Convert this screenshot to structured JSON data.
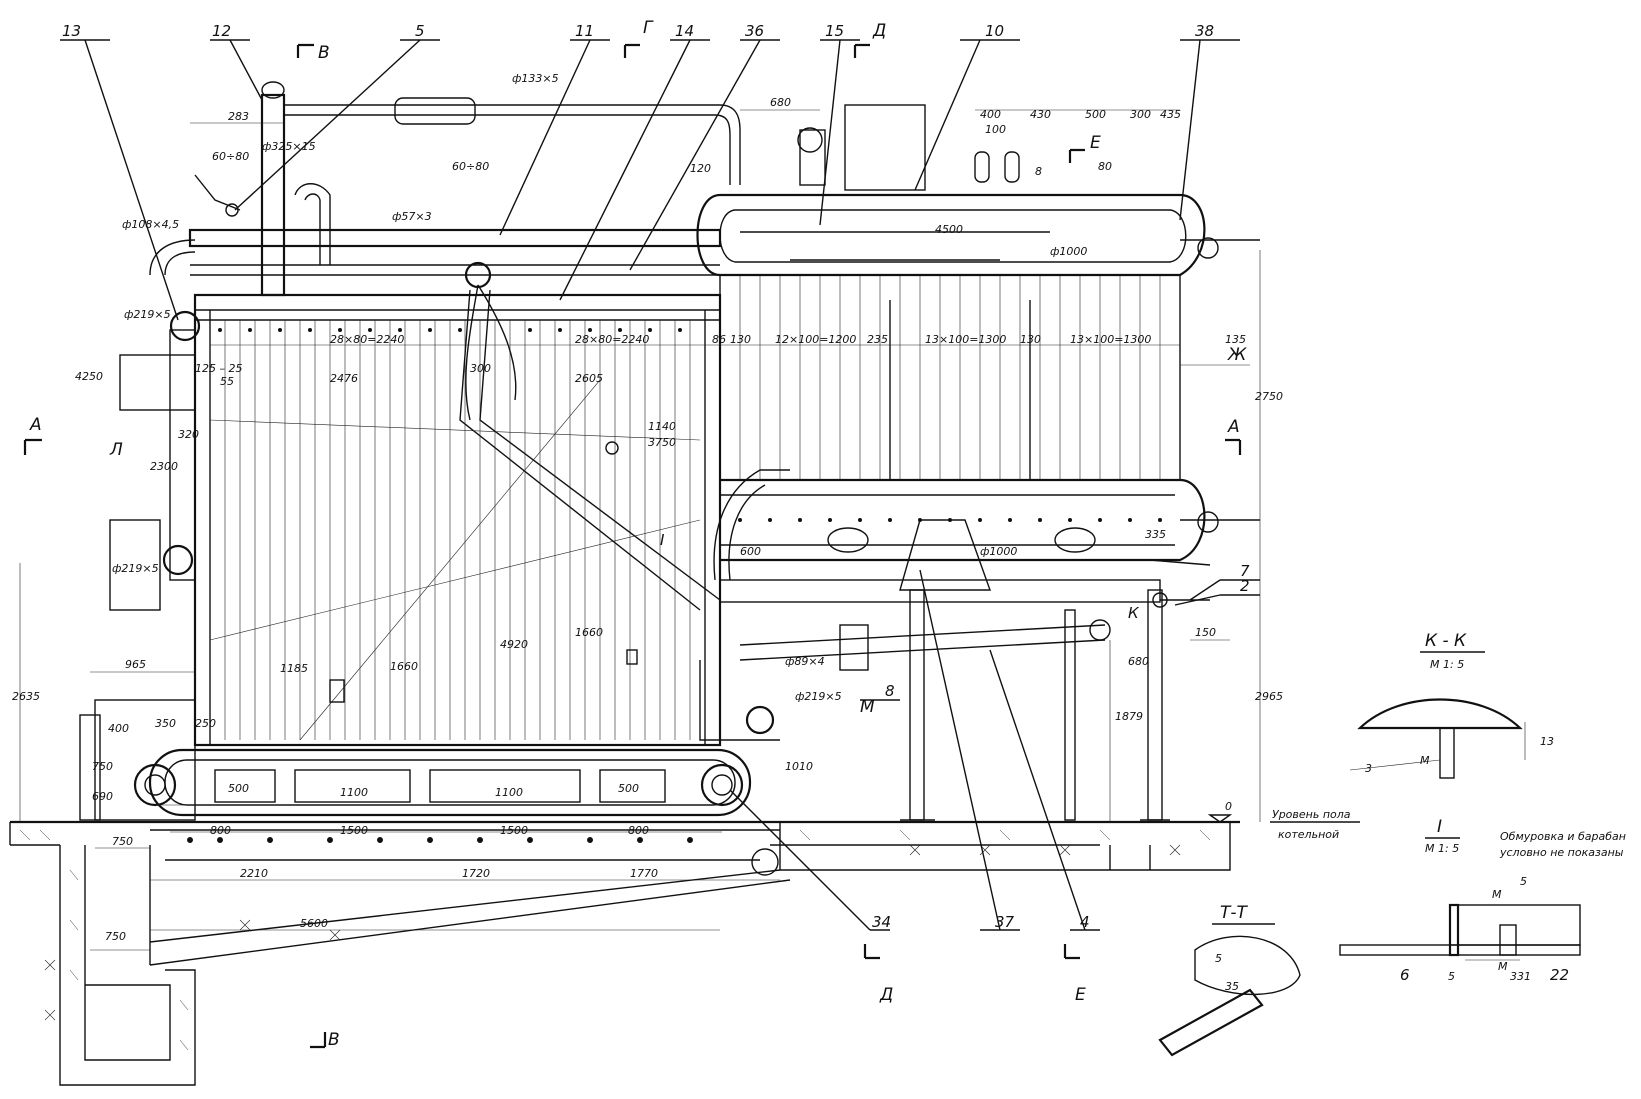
{
  "colors": {
    "ink": "#111111",
    "paper": "#ffffff"
  },
  "callouts": [
    "13",
    "12",
    "5",
    "11",
    "14",
    "36",
    "15",
    "10",
    "38",
    "7",
    "2",
    "8",
    "34",
    "37",
    "4",
    "6",
    "22"
  ],
  "section_marks": {
    "v_top": "В",
    "v_bottom": "В",
    "g": "Г",
    "d_top": "Д",
    "d_bottom": "Д",
    "e_top": "Е",
    "e_bottom": "Е",
    "a_left": "А",
    "a_right": "А",
    "l": "Л",
    "zh": "Ж",
    "m": "М",
    "k": "К",
    "i": "I"
  },
  "dimensions": {
    "d283": "283",
    "d60_80a": "60÷80",
    "d325": "ф325×15",
    "d133": "ф133×5",
    "d60_80b": "60÷80",
    "d57": "ф57×3",
    "d108": "ф108×4,5",
    "d219a": "ф219×5",
    "d680": "680",
    "d120": "120",
    "d400": "400",
    "d430": "430",
    "d500t": "500",
    "d300t": "300",
    "d435": "435",
    "d100": "100",
    "d80": "80",
    "d8": "8",
    "d4500": "4500",
    "d1000a": "ф1000",
    "d28a": "28×80=2240",
    "d28b": "28×80=2240",
    "d12": "12×100=1200",
    "d235": "235",
    "d13a": "13×100=1300",
    "d13b": "13×100=1300",
    "d130a": "130",
    "d130b": "130",
    "d135": "135",
    "d86": "86",
    "d4250": "4250",
    "d125": "125 – 25",
    "d55": "55",
    "d2476": "2476",
    "d2605": "2605",
    "d300m": "300",
    "d320": "320",
    "d2300": "2300",
    "d1140": "1140",
    "d3750": "3750",
    "d2750": "2750",
    "d219b": "ф219×5",
    "d600": "600",
    "d335": "335",
    "d150": "150",
    "d680b": "680",
    "d1000b": "ф1000",
    "d2635": "2635",
    "d2965": "2965",
    "d965": "965",
    "d1185": "1185",
    "d1660a": "1660",
    "d1660b": "1660",
    "d4920": "4920",
    "d89": "ф89×4",
    "d219c": "ф219×5",
    "d1879": "1879",
    "d350": "350",
    "d250": "250",
    "d400b": "400",
    "d750a": "750",
    "d690": "690",
    "d1010": "1010",
    "d500a": "500",
    "d1100a": "1100",
    "d1100b": "1100",
    "d500b": "500",
    "d800a": "800",
    "d1500a": "1500",
    "d1500b": "1500",
    "d800b": "800",
    "d750b": "750",
    "d2210": "2210",
    "d1720": "1720",
    "d1770": "1770",
    "d750c": "750",
    "d5600": "5600",
    "d0": "0"
  },
  "floor_label": {
    "line1": "Уровень пола",
    "line2": "котельной"
  },
  "section_kk": {
    "title": "К - К",
    "scale": "М 1: 5",
    "weld": "3",
    "dim": "13",
    "m": "М"
  },
  "section_tt": {
    "title": "Т-Т",
    "weld": "5",
    "dim": "35"
  },
  "detail_i": {
    "title": "I",
    "scale": "М 1: 5",
    "note1": "Обмуровка и барабан",
    "note2": "условно не показаны",
    "weld_top": "5",
    "weld_bot": "5",
    "dim": "331",
    "m1": "М",
    "m2": "М"
  }
}
